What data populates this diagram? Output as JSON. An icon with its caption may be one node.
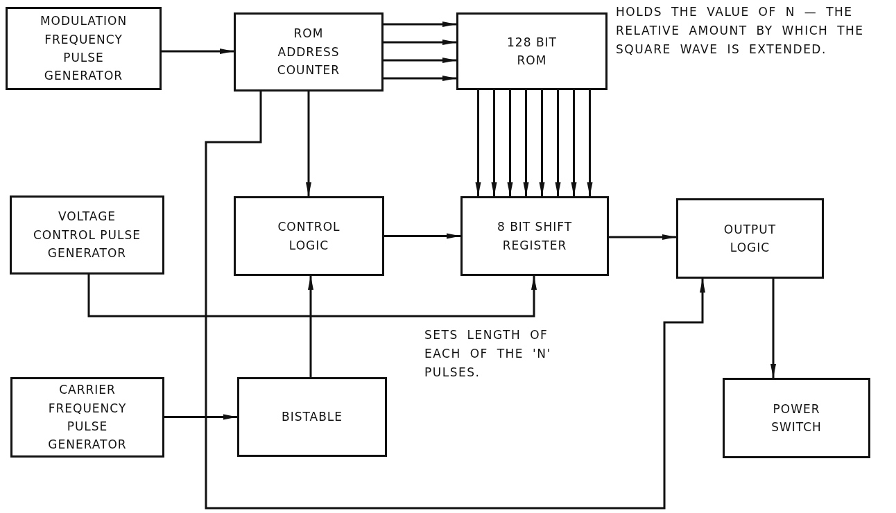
{
  "diagram": {
    "nodes": [
      {
        "text": [
          "MODULATION FREQUENCY PULSE GENERATOR"
        ]
      },
      {
        "text": [
          "ROM ADDRESS COUNTER"
        ]
      },
      {
        "text": [
          "128 BIT ROM"
        ],
        "beside": [
          "HOLDS THE VALUE OF N — THE RELATIVE AMOUNT BY WHICH THE SQUARE WAVE IS EXTENDED."
        ]
      },
      {
        "text": [
          "VOLTAGE CONTROL PULSE GENERATOR"
        ]
      },
      {
        "text": [
          "CONTROL LOGIC"
        ]
      },
      {
        "text": [
          "8 BIT SHIFT REGISTER"
        ]
      },
      {
        "text": [
          "OUTPUT LOGIC"
        ]
      },
      {
        "text": [
          "CARRIER FREQUENCY PULSE GENERATOR"
        ]
      },
      {
        "text": [
          "BISTABLE"
        ]
      },
      {
        "text": [
          "POWER SWITCH"
        ]
      }
    ],
    "edges": [
      {
        "from": 0,
        "to": 1,
        "arrow": "to"
      },
      {
        "from": 1,
        "to": 2,
        "arrow": "to"
      },
      {
        "from": 1,
        "to": 2,
        "arrow": "to"
      },
      {
        "from": 1,
        "to": 2,
        "arrow": "to"
      },
      {
        "from": 1,
        "to": 2,
        "arrow": "to"
      },
      {
        "from": 2,
        "to": 5,
        "arrow": "to"
      },
      {
        "from": 2,
        "to": 5,
        "arrow": "to"
      },
      {
        "from": 2,
        "to": 5,
        "arrow": "to"
      },
      {
        "from": 2,
        "to": 5,
        "arrow": "to"
      },
      {
        "from": 2,
        "to": 5,
        "arrow": "to"
      },
      {
        "from": 2,
        "to": 5,
        "arrow": "to"
      },
      {
        "from": 2,
        "to": 5,
        "arrow": "to"
      },
      {
        "from": 2,
        "to": 5,
        "arrow": "to"
      },
      {
        "from": 1,
        "to": 4,
        "arrow": "to"
      },
      {
        "from": 4,
        "to": 5,
        "arrow": "to"
      },
      {
        "from": 5,
        "to": 6,
        "arrow": "to"
      },
      {
        "from": 6,
        "to": 9,
        "arrow": "to"
      },
      {
        "from": 3,
        "to": 5,
        "arrow": "to"
      },
      {
        "from": 8,
        "to": 4,
        "arrow": "to"
      },
      {
        "from": 7,
        "to": 8,
        "arrow": "to"
      },
      {
        "from": 1,
        "to": 6,
        "arrow": "to"
      }
    ],
    "labels": [
      "SETS LENGTH OF EACH OF THE 'N' PULSES."
    ]
  }
}
